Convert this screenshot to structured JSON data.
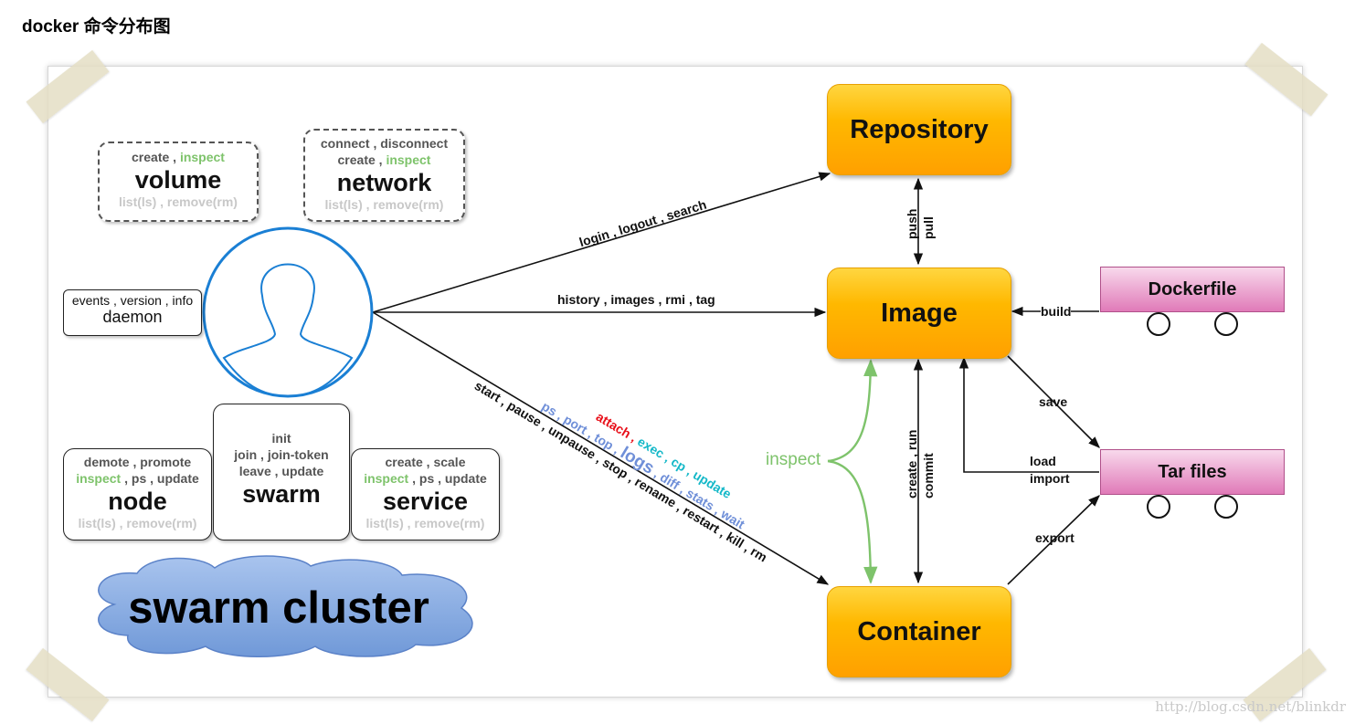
{
  "page_title": "docker 命令分布图",
  "watermark": "http://blog.csdn.net/blinkdr",
  "volume": {
    "top": "create",
    "top_sep": " , ",
    "top_green": "inspect",
    "name": "volume",
    "bottom": "list(ls) , remove(rm)"
  },
  "network": {
    "line1": "connect , disconnect",
    "top": "create",
    "top_sep": " , ",
    "top_green": "inspect",
    "name": "network",
    "bottom": "list(ls) , remove(rm)"
  },
  "daemon": {
    "top": "events , version , info",
    "name": "daemon"
  },
  "node": {
    "line1": "demote , promote",
    "green": "inspect",
    "rest": " , ps , update",
    "name": "node",
    "bottom": "list(ls) , remove(rm)"
  },
  "swarm": {
    "line1": "init",
    "line2": "join , join-token",
    "line3": "leave , update",
    "name": "swarm"
  },
  "service": {
    "line1": "create , scale",
    "green": "inspect",
    "rest": " , ps , update",
    "name": "service",
    "bottom": "list(ls) , remove(rm)"
  },
  "cloud": {
    "label": "swarm cluster"
  },
  "repository": {
    "label": "Repository"
  },
  "image": {
    "label": "Image"
  },
  "container": {
    "label": "Container"
  },
  "dockerfile": {
    "label": "Dockerfile"
  },
  "tarfiles": {
    "label": "Tar files"
  },
  "edges": {
    "login": "login , logout , search",
    "history": "history , images , rmi , tag",
    "start": "start , pause , unpause , stop , rename , restart , kill , rm",
    "push": "push",
    "pull": "pull",
    "build": "build",
    "save": "save",
    "load": "load",
    "import": "import",
    "export": "export",
    "create_run": "create , run",
    "commit": "commit",
    "inspect": "inspect"
  },
  "container_cmds": {
    "ps": "ps",
    "port": "port",
    "top": "top",
    "logs": "logs",
    "diff": "diff",
    "stats": "stats",
    "wait": "wait",
    "attach": "attach",
    "exec": "exec",
    "cp": "cp",
    "update": "update",
    "sep": " , "
  },
  "colors": {
    "orange": "#ffb800",
    "pink": "#e07ab8",
    "green": "#7ec36b",
    "blue": "#1a7fd4",
    "cloud": "#7ea4e0",
    "red": "#e8101a",
    "cyan": "#14b8c8",
    "steel": "#6f8fd8"
  }
}
